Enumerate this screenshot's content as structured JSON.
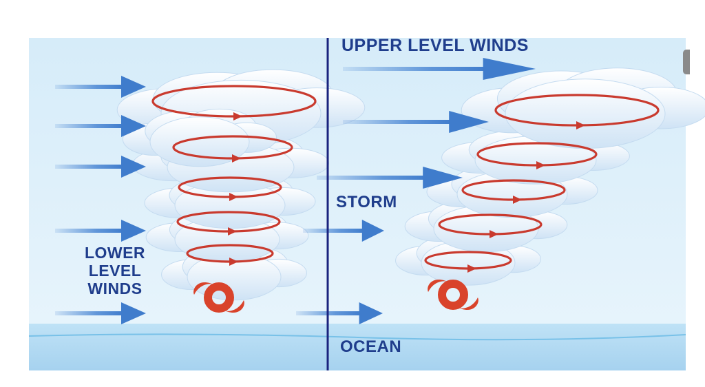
{
  "labels": {
    "upper_level_winds": "UPPER LEVEL WINDS",
    "lower_level_winds": "LOWER LEVEL WINDS",
    "storm": "STORM",
    "ocean": "OCEAN"
  },
  "colors": {
    "sky_top": "#d6ecf9",
    "sky_bottom": "#e8f4fb",
    "ocean": "#a9d5f1",
    "arrow": "#4a86d3",
    "rotation_ring": "#c93a2e",
    "storm_symbol": "#d9432b",
    "divider": "#1a237e",
    "cloud": "#eef6fd",
    "text": "#1f3d8c"
  },
  "icons": {
    "storm_symbol": "hurricane-icon",
    "wind": "arrow-right-icon",
    "cloud": "cloud-icon"
  }
}
